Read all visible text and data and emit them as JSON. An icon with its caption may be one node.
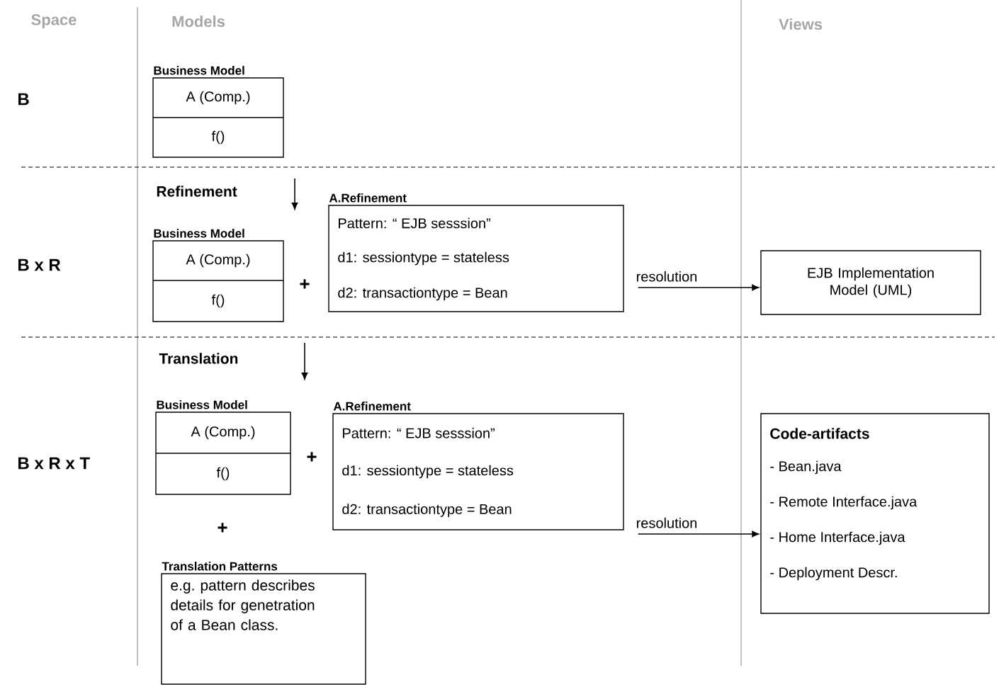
{
  "diagram": {
    "nodes": [
      {
        "text": [
          "Business Model",
          "A (Comp.)",
          "f()"
        ]
      },
      {
        "text": [
          "Business Model",
          "A (Comp.)",
          "f()"
        ]
      },
      {
        "text": [
          "A.Refinement",
          "Pattern: “ EJB sesssion”",
          "d1: sessiontype = stateless",
          "d2: transactiontype = Bean"
        ]
      },
      {
        "text": [
          "EJB Implementation Model (UML)"
        ]
      },
      {
        "text": [
          "Business Model",
          "A (Comp.)",
          "f()"
        ]
      },
      {
        "text": [
          "A.Refinement",
          "Pattern: “ EJB sesssion”",
          "d1: sessiontype = stateless",
          "d2: transactiontype = Bean"
        ]
      },
      {
        "text": [
          "Translation Patterns",
          "e.g. pattern describes details for genetration of a Bean class."
        ]
      },
      {
        "text": [
          "Code-artifacts",
          "- Bean.java",
          "- Remote Interface.java",
          "- Home Interface.java",
          "- Deployment Descr."
        ]
      }
    ],
    "edges": [
      {
        "from": 2,
        "to": 3,
        "arrow": "to",
        "label": "resolution"
      },
      {
        "from": 5,
        "to": 7,
        "arrow": "to",
        "label": "resolution"
      }
    ],
    "labels": [
      "Space",
      "Models",
      "Views",
      "B",
      "Refinement",
      "B x R",
      "+",
      "Translation",
      "B x R x T",
      "+",
      "+"
    ]
  }
}
